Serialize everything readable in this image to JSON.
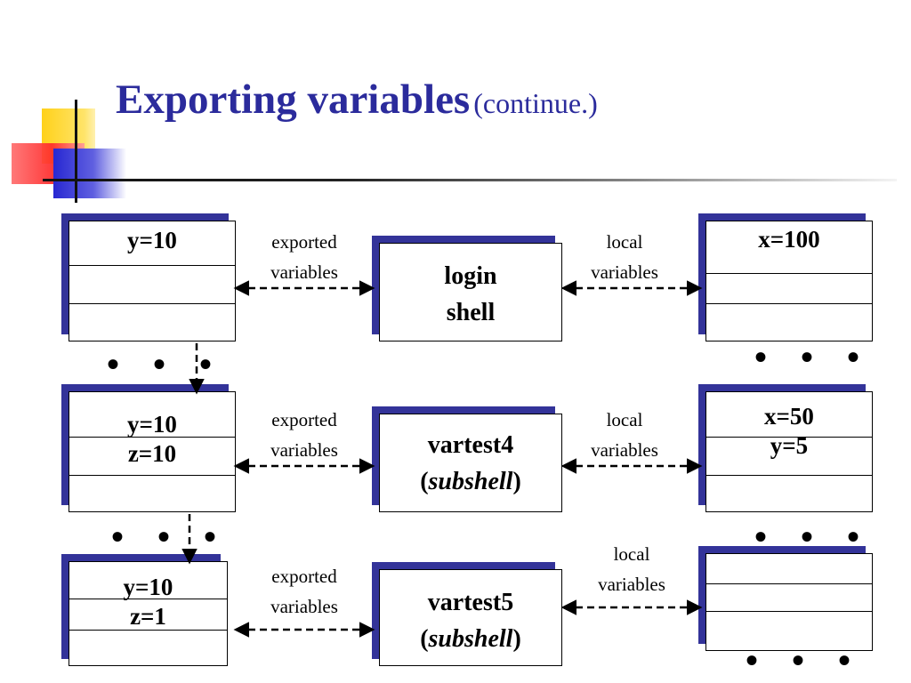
{
  "slide": {
    "title": "Exporting variables",
    "title_suffix": "(continue.)"
  },
  "rows": [
    {
      "parent_values": [
        "y=10"
      ],
      "process_name": "login",
      "process_sub": "shell",
      "exported_caption": [
        "exported",
        "variables"
      ],
      "local_caption": [
        "local",
        "variables"
      ],
      "local_values": [
        "x=100"
      ]
    },
    {
      "parent_values": [
        "y=10",
        "z=10"
      ],
      "process_name": "vartest4",
      "process_sub": "subshell",
      "exported_caption": [
        "exported",
        "variables"
      ],
      "local_caption": [
        "local",
        "variables"
      ],
      "local_values": [
        "x=50",
        "y=5"
      ]
    },
    {
      "parent_values": [
        "y=10",
        "z=1"
      ],
      "process_name": "vartest5",
      "process_sub": "subshell",
      "exported_caption": [
        "exported",
        "variables"
      ],
      "local_caption": [
        "local",
        "variables"
      ],
      "local_values": []
    }
  ],
  "ellipsis": "• • •",
  "colors": {
    "title": "#2b2b9c",
    "box_shadow": "#333399"
  }
}
